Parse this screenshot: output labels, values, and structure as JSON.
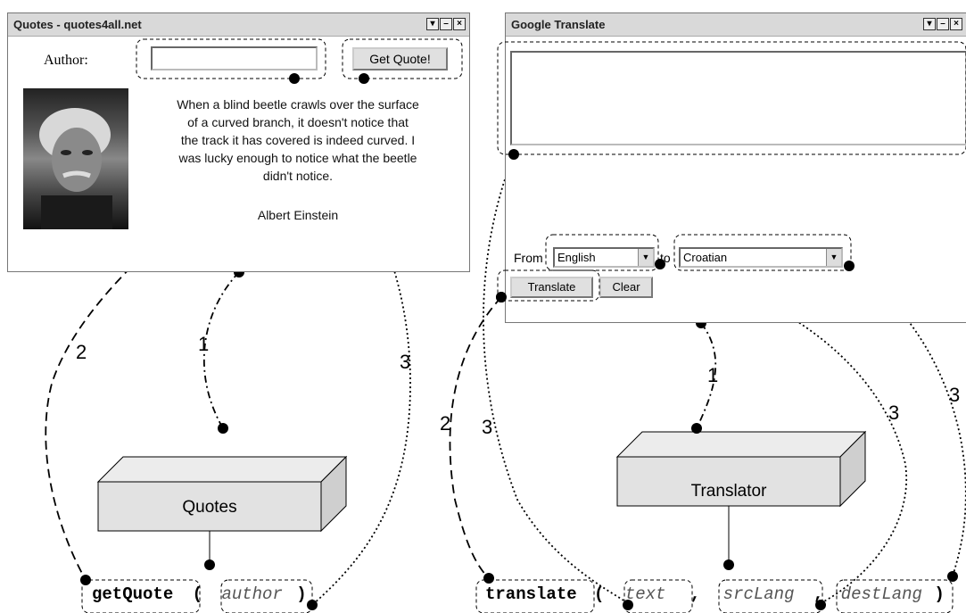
{
  "quotes_window": {
    "title": "Quotes - quotes4all.net",
    "author_label": "Author:",
    "author_value": "",
    "button": "Get Quote!",
    "quote_lines": [
      "When a blind beetle crawls over the surface",
      "of a curved branch, it doesn't notice that",
      "the track it has covered is indeed curved. I",
      "was lucky enough to notice what the beetle",
      "didn't notice."
    ],
    "attribution": "Albert Einstein"
  },
  "translate_window": {
    "title": "Google Translate",
    "text_value": "",
    "from_label": "From",
    "from_value": "English",
    "to_label": "to",
    "to_value": "Croatian",
    "translate_button": "Translate",
    "clear_button": "Clear"
  },
  "window_icons": [
    "dropdown-icon",
    "minimize-icon",
    "close-icon"
  ],
  "services": {
    "quotes": "Quotes",
    "translator": "Translator"
  },
  "signatures": {
    "quotes": {
      "name": "getQuote",
      "open": "(",
      "params": [
        "author"
      ],
      "close": ")"
    },
    "translate": {
      "name": "translate",
      "open": "(",
      "params": [
        "text",
        "srcLang",
        "destLang"
      ],
      "sep": ",",
      "close": ")"
    }
  },
  "edge_labels": {
    "q1": "1",
    "q2": "2",
    "q3": "3",
    "t1": "1",
    "t2": "2",
    "t3a": "3",
    "t3b": "3",
    "t3c": "3"
  }
}
